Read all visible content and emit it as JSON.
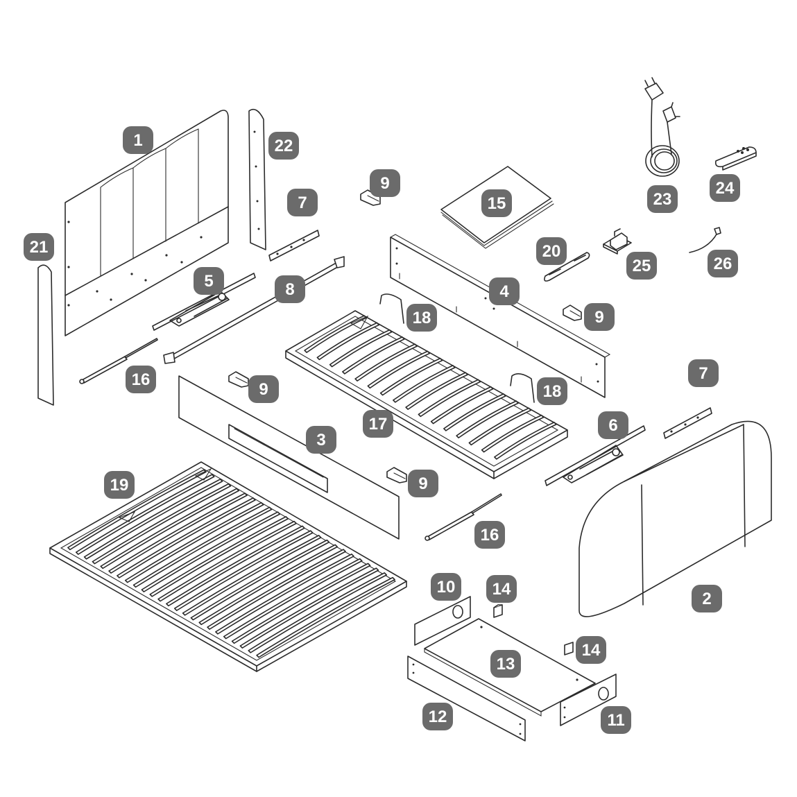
{
  "labels": [
    {
      "key": "p1",
      "text": "1"
    },
    {
      "key": "p2",
      "text": "2"
    },
    {
      "key": "p3",
      "text": "3"
    },
    {
      "key": "p4",
      "text": "4"
    },
    {
      "key": "p5",
      "text": "5"
    },
    {
      "key": "p6",
      "text": "6"
    },
    {
      "key": "p7a",
      "text": "7"
    },
    {
      "key": "p7b",
      "text": "7"
    },
    {
      "key": "p8",
      "text": "8"
    },
    {
      "key": "p9a",
      "text": "9"
    },
    {
      "key": "p9b",
      "text": "9"
    },
    {
      "key": "p9c",
      "text": "9"
    },
    {
      "key": "p9d",
      "text": "9"
    },
    {
      "key": "p10",
      "text": "10"
    },
    {
      "key": "p11",
      "text": "11"
    },
    {
      "key": "p12",
      "text": "12"
    },
    {
      "key": "p13",
      "text": "13"
    },
    {
      "key": "p14a",
      "text": "14"
    },
    {
      "key": "p14b",
      "text": "14"
    },
    {
      "key": "p15",
      "text": "15"
    },
    {
      "key": "p16a",
      "text": "16"
    },
    {
      "key": "p16b",
      "text": "16"
    },
    {
      "key": "p17",
      "text": "17"
    },
    {
      "key": "p18a",
      "text": "18"
    },
    {
      "key": "p18b",
      "text": "18"
    },
    {
      "key": "p19",
      "text": "19"
    },
    {
      "key": "p20",
      "text": "20"
    },
    {
      "key": "p21",
      "text": "21"
    },
    {
      "key": "p22",
      "text": "22"
    },
    {
      "key": "p23",
      "text": "23"
    },
    {
      "key": "p24",
      "text": "24"
    },
    {
      "key": "p25",
      "text": "25"
    },
    {
      "key": "p26",
      "text": "26"
    }
  ],
  "colors": {
    "line": "#2b2b2b",
    "badge": "#6b6b6b",
    "badge_text": "#ffffff",
    "background": "#ffffff"
  }
}
